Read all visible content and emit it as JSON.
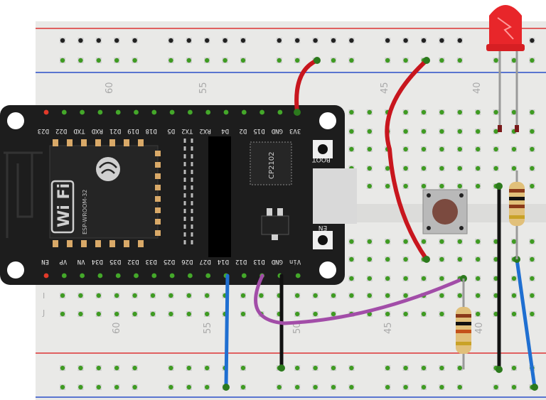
{
  "breadboard": {
    "column_numbers": [
      "60",
      "55",
      "50",
      "45",
      "40"
    ],
    "row_letters": [
      "I",
      "J"
    ]
  },
  "esp32": {
    "module_text": "ESP-WROOM-32",
    "wifi_text": "Wi Fi",
    "usb_chip_text": "CP2102",
    "boot_label": "BOOT",
    "en_label": "EN",
    "top_pins": [
      "D23",
      "D22",
      "TXD",
      "RXD",
      "D21",
      "D19",
      "D18",
      "D5",
      "TX2",
      "RX2",
      "D4",
      "D2",
      "D15",
      "GND",
      "3V3"
    ],
    "bottom_pins": [
      "EN",
      "VP",
      "VN",
      "D34",
      "D35",
      "D32",
      "D33",
      "D25",
      "D26",
      "D27",
      "D14",
      "D12",
      "D13",
      "GND",
      "Vin"
    ]
  },
  "components": {
    "led_color": "#e8262a",
    "pushbutton": "push-button",
    "resistor_count": 2
  },
  "wires": {
    "red": "#c8161e",
    "blue": "#1f6fd1",
    "black": "#111111",
    "purple": "#a24da8"
  }
}
